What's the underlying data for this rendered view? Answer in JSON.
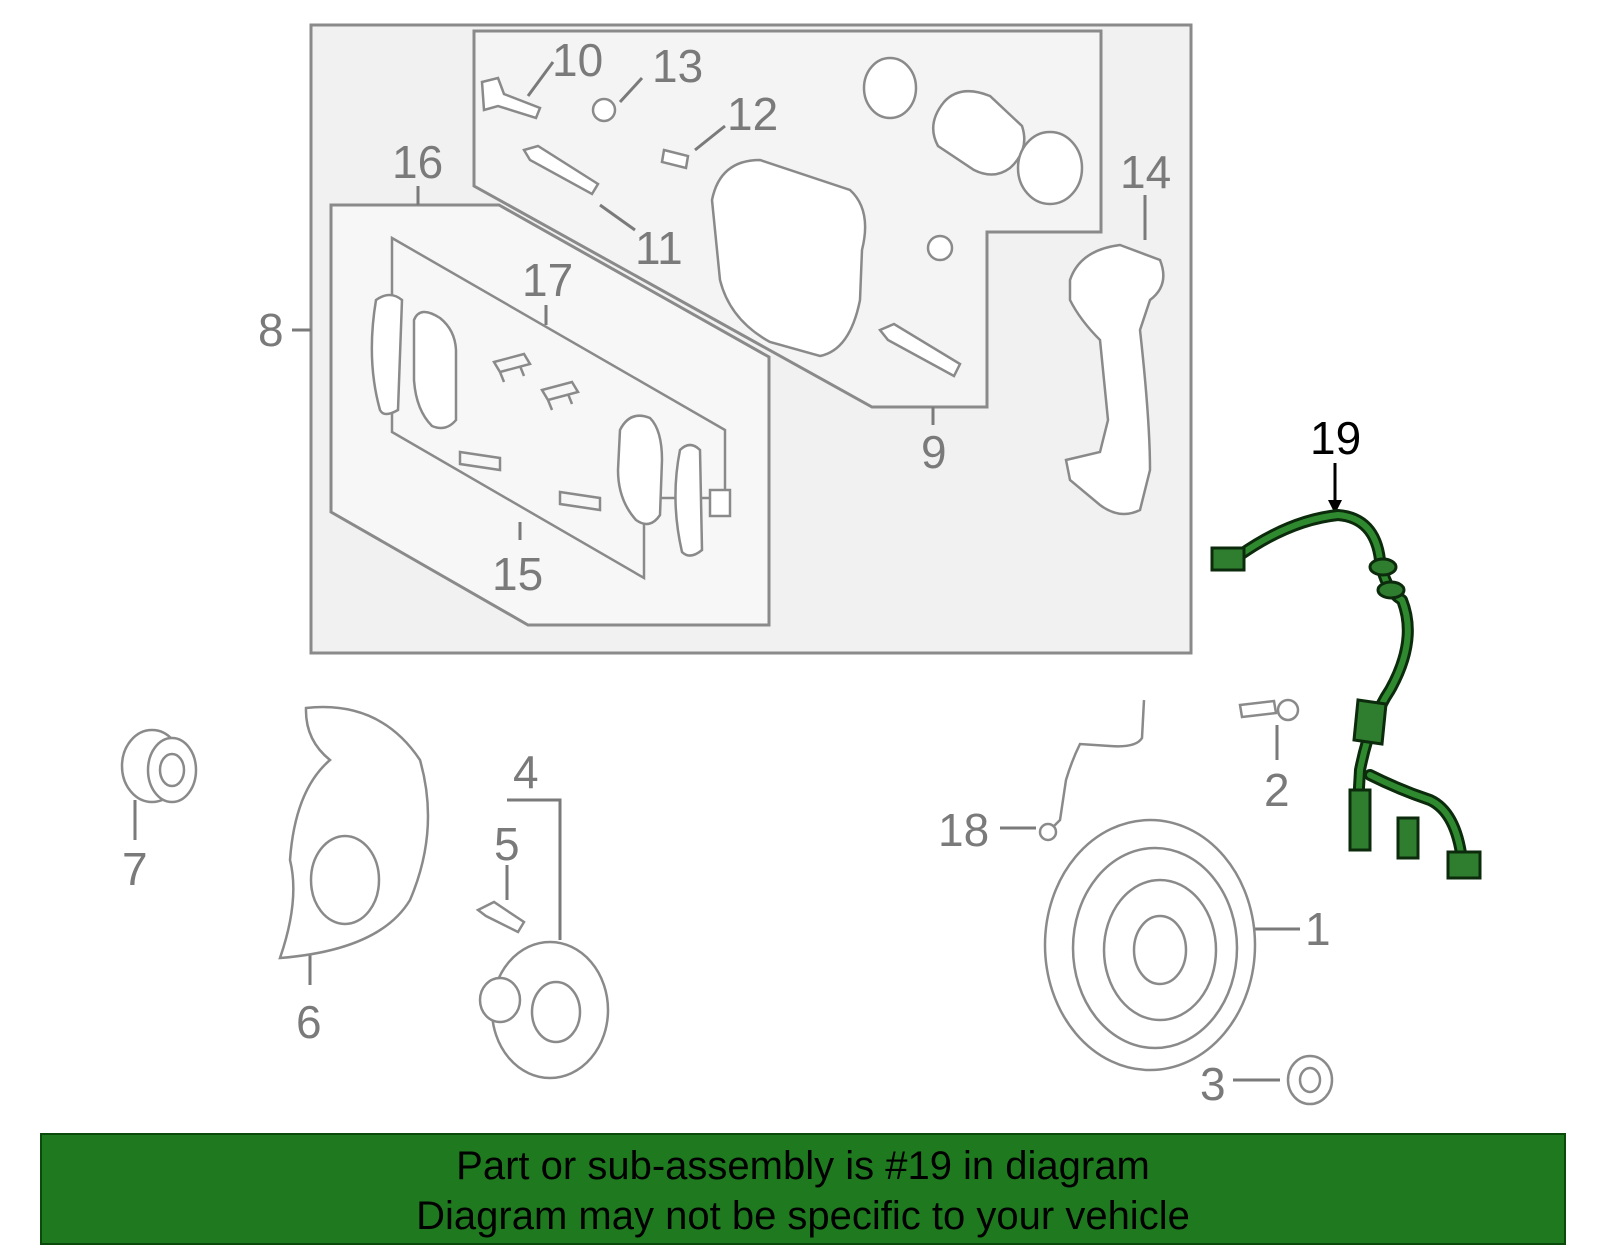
{
  "callouts": {
    "c1": "1",
    "c2": "2",
    "c3": "3",
    "c4": "4",
    "c5": "5",
    "c6": "6",
    "c7": "7",
    "c8": "8",
    "c9": "9",
    "c10": "10",
    "c11": "11",
    "c12": "12",
    "c13": "13",
    "c14": "14",
    "c15": "15",
    "c16": "16",
    "c17": "17",
    "c18": "18",
    "c19": "19"
  },
  "highlight_color": "#2f7d2f",
  "banner": {
    "bg_color": "#1f7a1f",
    "line1": "Part or sub-assembly is #19 in diagram",
    "line2": "Diagram may not be specific to your vehicle"
  }
}
